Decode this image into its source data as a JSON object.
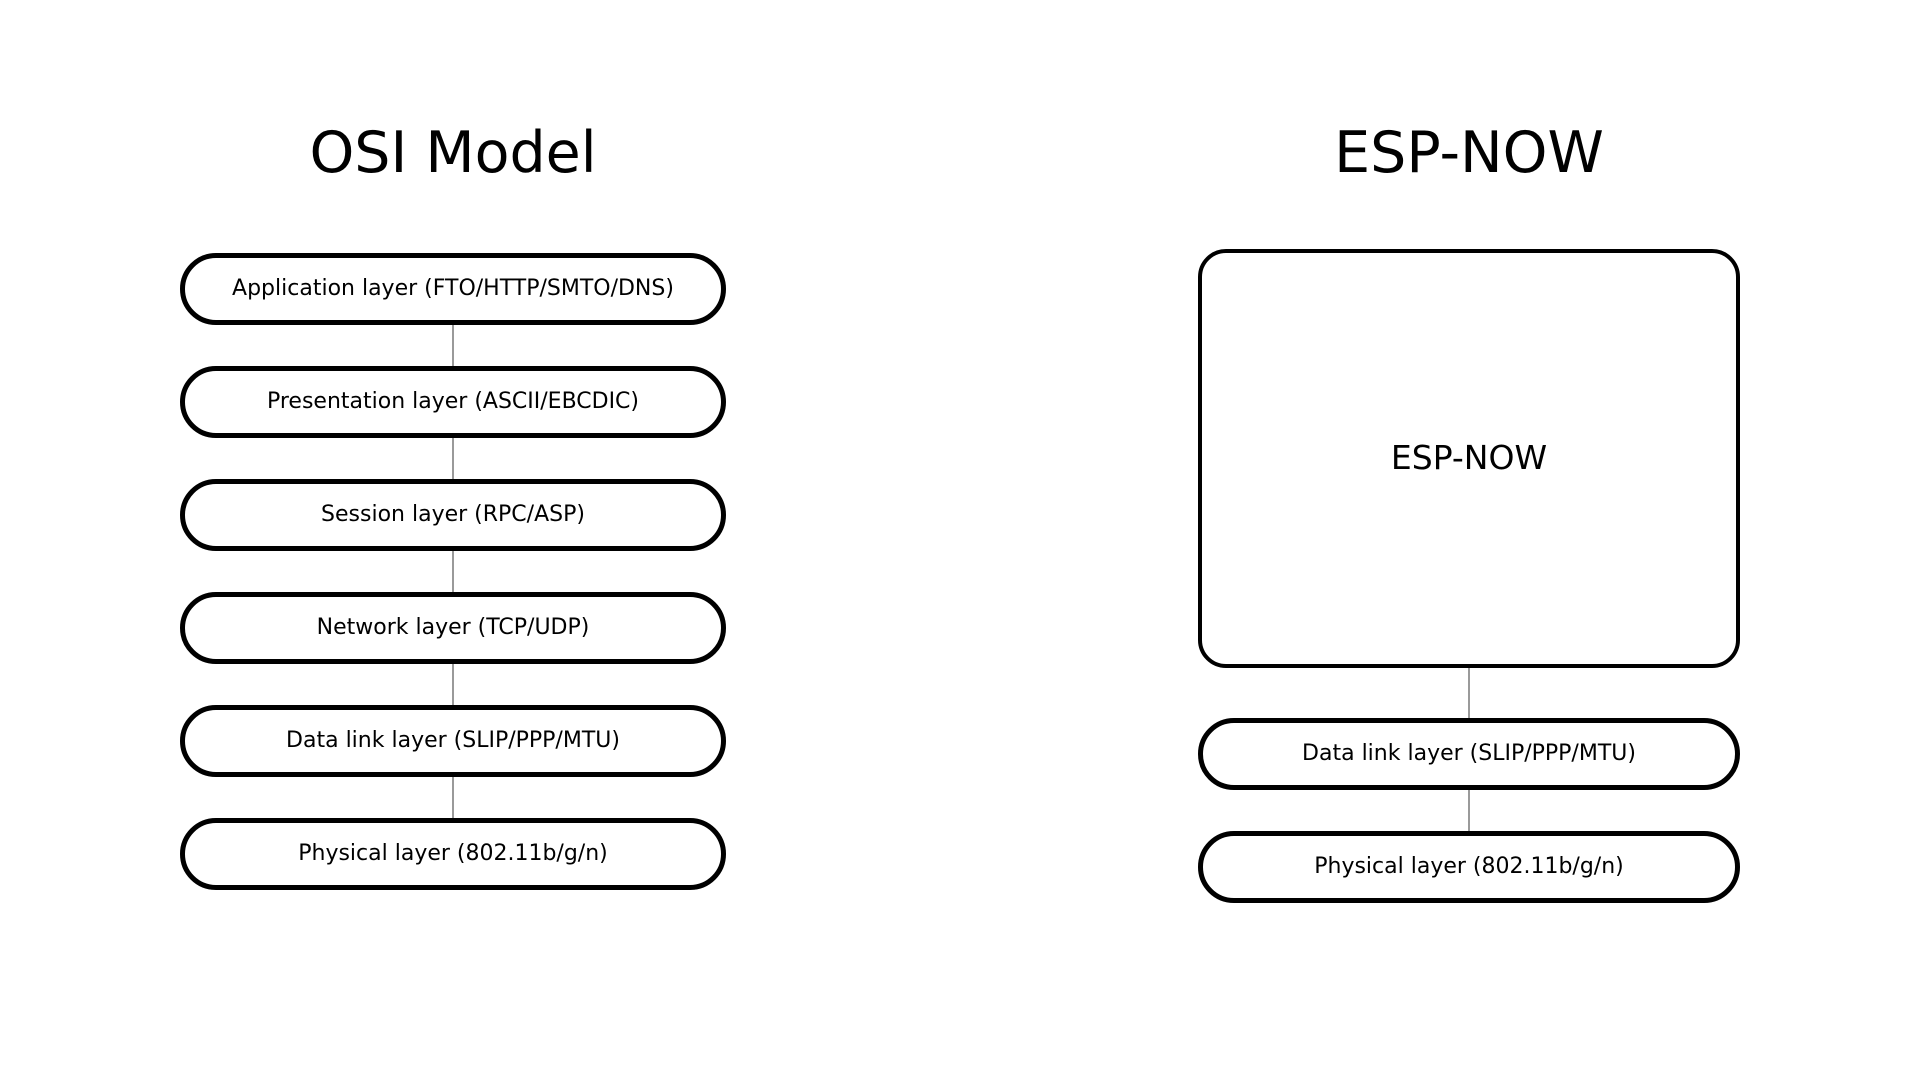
{
  "page": {
    "background_color": "#ffffff",
    "stroke_color": "#000000",
    "connector_color": "#9a9a9a"
  },
  "columns": [
    {
      "id": "osi",
      "title": "OSI Model",
      "layers": [
        {
          "label": "Application layer (FTO/HTTP/SMTO/DNS)"
        },
        {
          "label": "Presentation layer (ASCII/EBCDIC)"
        },
        {
          "label": "Session layer (RPC/ASP)"
        },
        {
          "label": "Network layer (TCP/UDP)"
        },
        {
          "label": "Data link layer (SLIP/PPP/MTU)"
        },
        {
          "label": "Physical layer (802.11b/g/n)"
        }
      ]
    },
    {
      "id": "espnow",
      "title": "ESP-NOW",
      "stack_label": "ESP-NOW",
      "layers": [
        {
          "label": "Data link layer (SLIP/PPP/MTU)"
        },
        {
          "label": "Physical layer (802.11b/g/n)"
        }
      ]
    }
  ]
}
